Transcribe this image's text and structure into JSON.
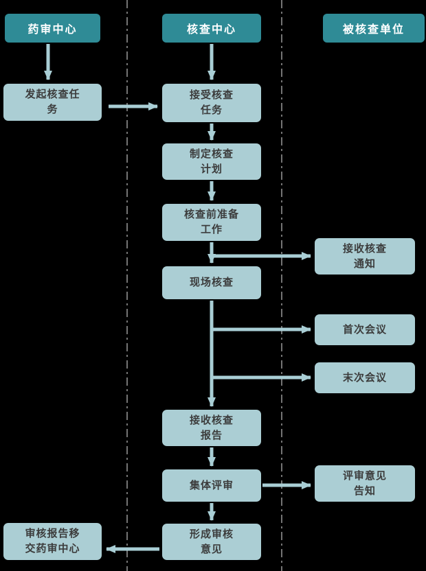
{
  "diagram": {
    "type": "swimlane-flowchart",
    "lanes": {
      "review_center": {
        "header": "药审中心"
      },
      "inspection_center": {
        "header": "核查中心"
      },
      "inspected_unit": {
        "header": "被核查单位"
      }
    },
    "nodes": {
      "initiate_task": {
        "label": "发起核查任\n务",
        "lane": "review_center"
      },
      "transfer_report": {
        "label": "审核报告移\n交药审中心",
        "lane": "review_center"
      },
      "accept_task": {
        "label": "接受核查\n任务",
        "lane": "inspection_center"
      },
      "make_plan": {
        "label": "制定核查\n计划",
        "lane": "inspection_center"
      },
      "pre_inspection_prep": {
        "label": "核查前准备\n工作",
        "lane": "inspection_center"
      },
      "onsite_inspection": {
        "label": "现场核查",
        "lane": "inspection_center"
      },
      "receive_report": {
        "label": "接收核查\n报告",
        "lane": "inspection_center"
      },
      "collective_review": {
        "label": "集体评审",
        "lane": "inspection_center"
      },
      "form_opinion": {
        "label": "形成审核\n意见",
        "lane": "inspection_center"
      },
      "receive_notice": {
        "label": "接收核查\n通知",
        "lane": "inspected_unit"
      },
      "first_meeting": {
        "label": "首次会议",
        "lane": "inspected_unit"
      },
      "last_meeting": {
        "label": "末次会议",
        "lane": "inspected_unit"
      },
      "opinion_notify": {
        "label": "评审意见\n告知",
        "lane": "inspected_unit"
      }
    },
    "edges": [
      "药审中心 -> 发起核查任务",
      "发起核查任务 -> 接受核查任务",
      "核查中心 -> 接受核查任务",
      "接受核查任务 -> 制定核查计划",
      "制定核查计划 -> 核查前准备工作",
      "核查前准备工作 -> 现场核查",
      "核查前准备工作 -> 接收核查通知",
      "现场核查 -> 首次会议",
      "现场核查 -> 末次会议",
      "现场核查 -> 接收核查报告",
      "接收核查报告 -> 集体评审",
      "集体评审 -> 评审意见告知",
      "集体评审 -> 形成审核意见",
      "形成审核意见 -> 审核报告移交药审中心"
    ],
    "colors": {
      "background": "#000000",
      "header_bg": "#2f8b96",
      "header_text": "#ffffff",
      "node_bg": "#abced4",
      "node_text": "#3c3c3c",
      "arrow": "#a9ced5",
      "lane_divider": "#9a9a9a"
    }
  }
}
